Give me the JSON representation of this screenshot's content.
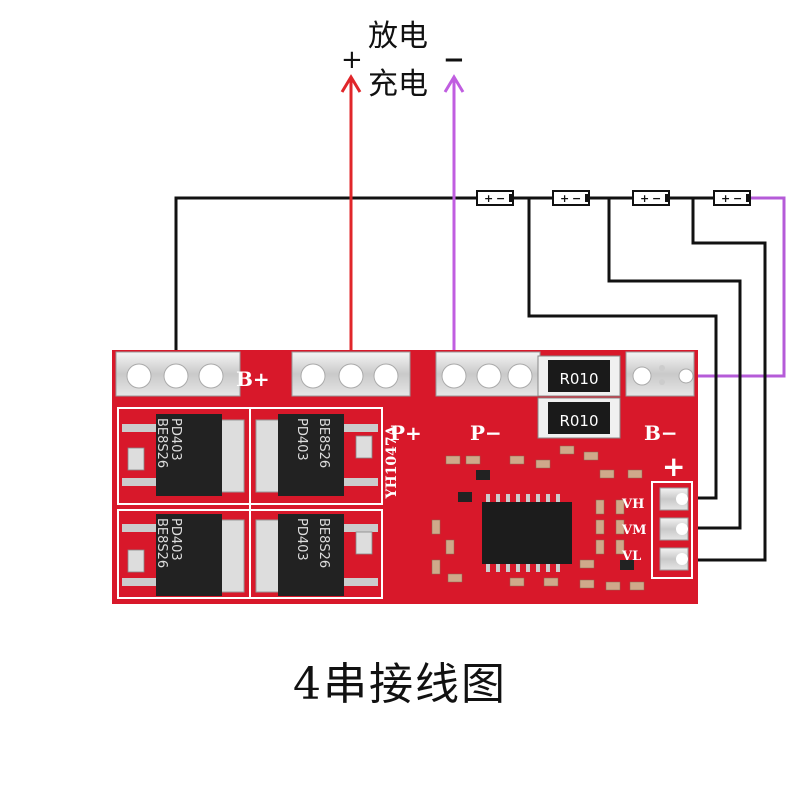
{
  "labels": {
    "discharge": "放电",
    "charge": "充电",
    "plus_sign": "+",
    "minus_sign": "−"
  },
  "board": {
    "pad_b_plus": "B+",
    "pad_p_plus": "P+",
    "pad_p_minus": "P−",
    "pad_b_minus": "B−",
    "plus_mark": "+",
    "resistor_top": "R010",
    "resistor_bottom": "R010",
    "model": "YH1047A",
    "mosfet_line1": "PD403",
    "mosfet_line2": "BE8S26",
    "sense_vh": "VH",
    "sense_vm": "VM",
    "sense_vl": "VL"
  },
  "cell_symbol": {
    "plus": "+",
    "minus": "−"
  },
  "colors": {
    "board_red": "#d8182a",
    "silkscreen": "#ffffff",
    "positive_wire": "#e0262a",
    "negative_wire": "#c05ee0",
    "black_wire": "#111111"
  },
  "caption": "4串接线图"
}
